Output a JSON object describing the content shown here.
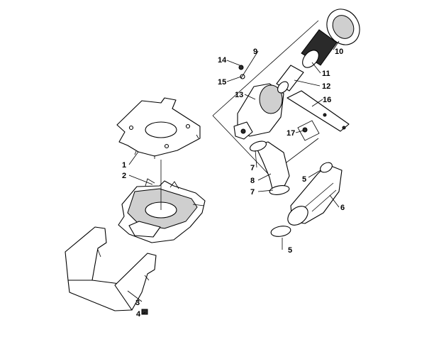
{
  "callouts": [
    {
      "id": "c1",
      "label": "1"
    },
    {
      "id": "c2",
      "label": "2"
    },
    {
      "id": "c3",
      "label": "3"
    },
    {
      "id": "c4",
      "label": "4"
    },
    {
      "id": "c5a",
      "label": "5"
    },
    {
      "id": "c5b",
      "label": "5"
    },
    {
      "id": "c6",
      "label": "6"
    },
    {
      "id": "c7a",
      "label": "7"
    },
    {
      "id": "c7b",
      "label": "7"
    },
    {
      "id": "c8",
      "label": "8"
    },
    {
      "id": "c9",
      "label": "9"
    },
    {
      "id": "c10",
      "label": "10"
    },
    {
      "id": "c11",
      "label": "11"
    },
    {
      "id": "c12",
      "label": "12"
    },
    {
      "id": "c13",
      "label": "13"
    },
    {
      "id": "c14",
      "label": "14"
    },
    {
      "id": "c15",
      "label": "15"
    },
    {
      "id": "c16",
      "label": "16"
    },
    {
      "id": "c17",
      "label": "17"
    }
  ]
}
